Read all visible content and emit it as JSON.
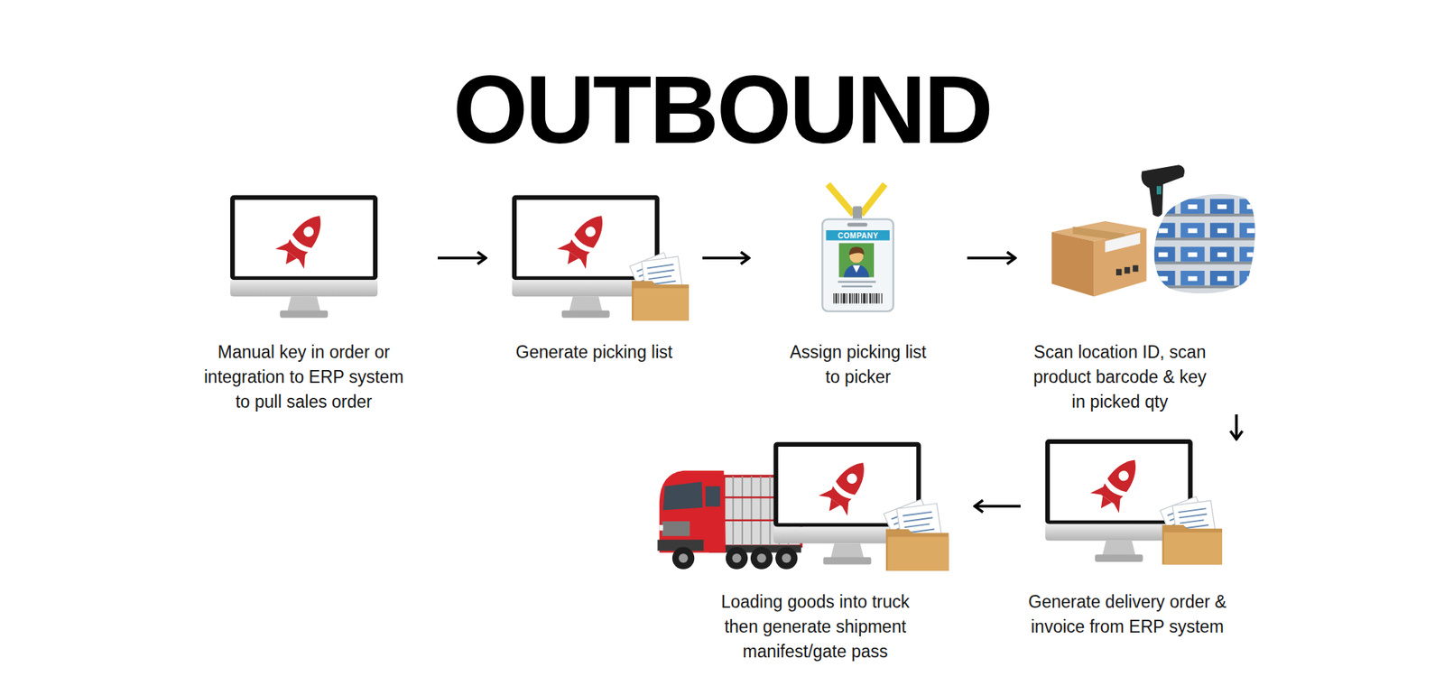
{
  "diagram": {
    "title": "OUTBOUND",
    "nodes": [
      {
        "text": [
          "Manual key in order or integration to ERP system to pull sales order"
        ]
      },
      {
        "text": [
          "Generate picking list"
        ]
      },
      {
        "text": [
          "Assign picking list to picker"
        ]
      },
      {
        "text": [
          "Scan location ID, scan product barcode & key in picked qty"
        ]
      },
      {
        "text": [
          "Generate delivery order & invoice from ERP system"
        ]
      },
      {
        "text": [
          "Loading goods into truck then generate shipment manifest/gate pass"
        ]
      }
    ],
    "edges": [
      {
        "from": 0,
        "to": 1,
        "arrow": "to"
      },
      {
        "from": 1,
        "to": 2,
        "arrow": "to"
      },
      {
        "from": 2,
        "to": 3,
        "arrow": "to"
      },
      {
        "from": 3,
        "to": 4,
        "arrow": "to"
      },
      {
        "from": 4,
        "to": 5,
        "arrow": "to"
      }
    ],
    "labels": [
      "COMPANY"
    ]
  }
}
